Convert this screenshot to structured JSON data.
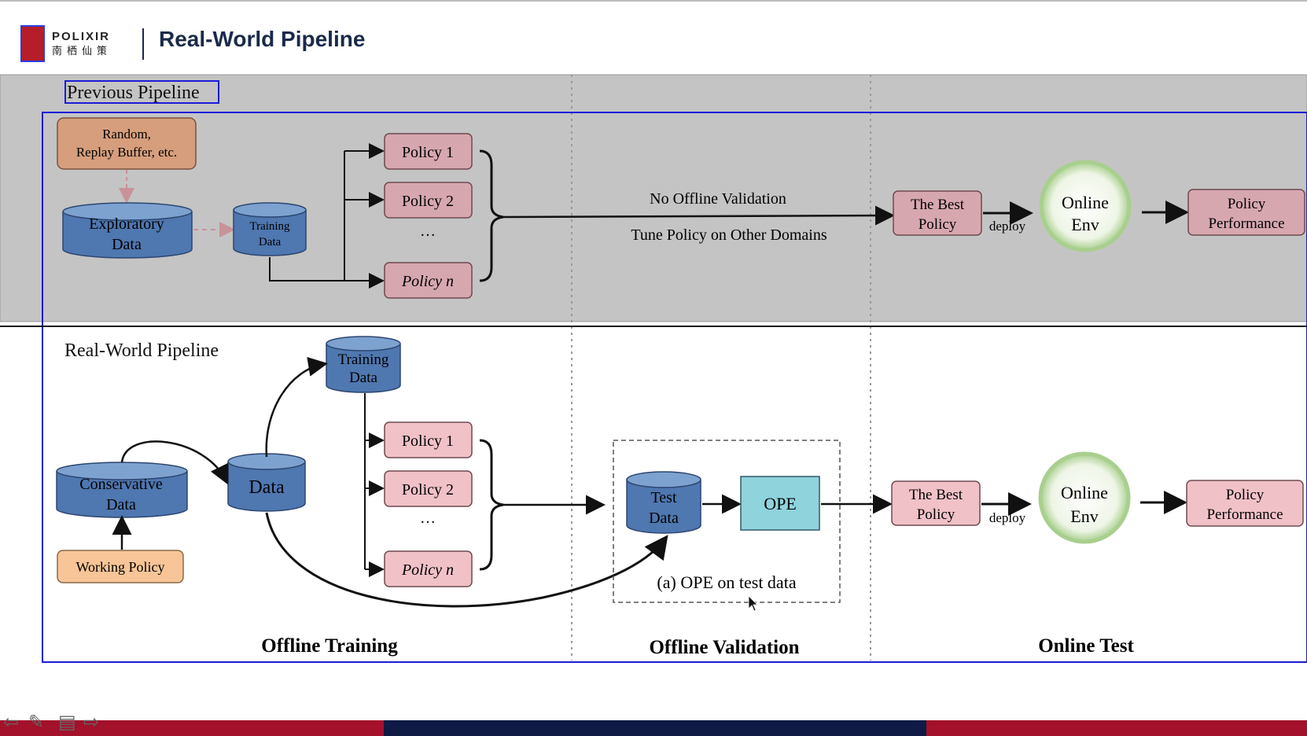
{
  "header": {
    "logo_en": "POLIXIR",
    "logo_cn": "南栖仙策",
    "title": "Real-World Pipeline"
  },
  "previous": {
    "label": "Previous Pipeline",
    "random_box": [
      "Random,",
      "Replay Buffer, etc."
    ],
    "exploratory": [
      "Exploratory",
      "Data"
    ],
    "training": [
      "Training",
      "Data"
    ],
    "policies": [
      "Policy 1",
      "Policy 2",
      "…",
      "Policy n"
    ],
    "no_validation": "No Offline Validation",
    "tune": "Tune Policy on Other Domains",
    "best_policy": [
      "The Best",
      "Policy"
    ],
    "deploy": "deploy",
    "online_env": [
      "Online",
      "Env"
    ],
    "performance": [
      "Policy",
      "Performance"
    ]
  },
  "realworld": {
    "label": "Real-World Pipeline",
    "training": [
      "Training",
      "Data"
    ],
    "conservative": [
      "Conservative",
      "Data"
    ],
    "data": "Data",
    "working_policy": "Working Policy",
    "policies": [
      "Policy 1",
      "Policy 2",
      "…",
      "Policy n"
    ],
    "test_data": [
      "Test",
      "Data"
    ],
    "ope": "OPE",
    "ope_caption": "(a) OPE on test data",
    "best_policy": [
      "The Best",
      "Policy"
    ],
    "deploy": "deploy",
    "online_env": [
      "Online",
      "Env"
    ],
    "performance": [
      "Policy",
      "Performance"
    ]
  },
  "stages": [
    "Offline Training",
    "Offline Validation",
    "Online Test"
  ],
  "colors": {
    "cylinder": "#4f77b0",
    "cylinder_top": "#7ea2d0",
    "policy_prev": "#d7a7b0",
    "policy_real": "#f1c1c8",
    "random_box": "#d69e7c",
    "working_policy": "#f7c597",
    "ope": "#8fd3dd",
    "env_green": "#a9cf8e",
    "selection": "#1b1bd8",
    "brand_red": "#a3122a",
    "brand_navy": "#0f1a45"
  }
}
